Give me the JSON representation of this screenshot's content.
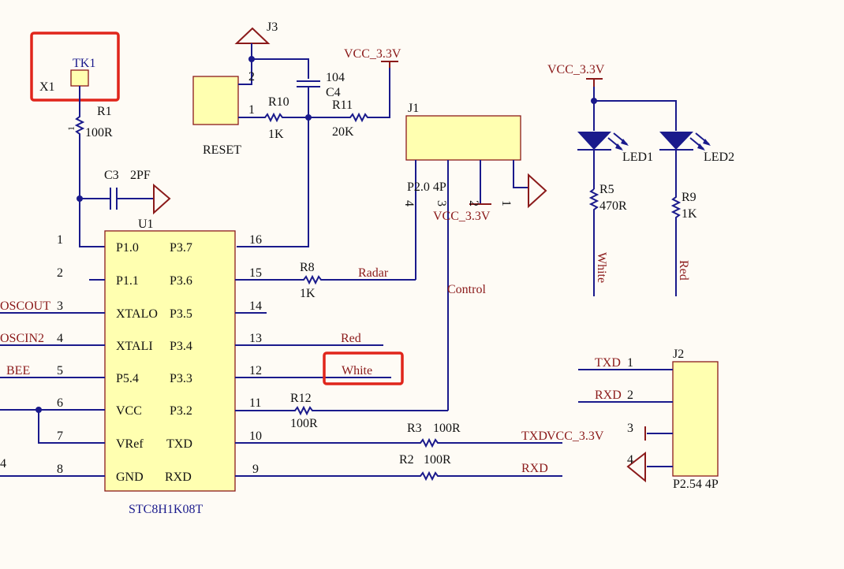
{
  "highlights": [
    "TK1 test pad box",
    "White net label box"
  ],
  "tk1": {
    "ref": "TK1",
    "net": "X1"
  },
  "r1": {
    "ref": "R1",
    "value": "100R",
    "pin": "1"
  },
  "c3": {
    "ref": "C3",
    "value": "2PF"
  },
  "j3": {
    "ref": "J3",
    "pin2": "2",
    "pin1": "1",
    "label": "RESET"
  },
  "c4": {
    "ref": "C4",
    "value": "104"
  },
  "r10": {
    "ref": "R10",
    "value": "1K"
  },
  "r11": {
    "ref": "R11",
    "value": "20K"
  },
  "vcc1": "VCC_3.3V",
  "j1": {
    "ref": "J1",
    "footprint": "P2.0 4P",
    "pin4": "4",
    "pin3": "3",
    "pin2": "2",
    "pin1": "1",
    "vcc": "VCC_3.3V"
  },
  "net_radar": "Radar",
  "net_control": "Control",
  "u1": {
    "ref": "U1",
    "part": "STC8H1K08T",
    "left_pins": [
      {
        "num": "1",
        "name": "P1.0"
      },
      {
        "num": "2",
        "name": "P1.1"
      },
      {
        "num": "3",
        "name": "XTALO"
      },
      {
        "num": "4",
        "name": "XTALI"
      },
      {
        "num": "5",
        "name": "P5.4"
      },
      {
        "num": "6",
        "name": "VCC"
      },
      {
        "num": "7",
        "name": "VRef"
      },
      {
        "num": "8",
        "name": "GND"
      }
    ],
    "right_pins": [
      {
        "num": "16",
        "name": "P3.7"
      },
      {
        "num": "15",
        "name": "P3.6"
      },
      {
        "num": "14",
        "name": "P3.5"
      },
      {
        "num": "13",
        "name": "P3.4"
      },
      {
        "num": "12",
        "name": "P3.3"
      },
      {
        "num": "11",
        "name": "P3.2"
      },
      {
        "num": "10",
        "name": "TXD"
      },
      {
        "num": "9",
        "name": "RXD"
      }
    ]
  },
  "left_nets": [
    "OSCOUT",
    "OSCIN2",
    "BEE",
    "4"
  ],
  "net_red": "Red",
  "net_white": "White",
  "r8": {
    "ref": "R8",
    "value": "1K"
  },
  "r12": {
    "ref": "R12",
    "value": "100R"
  },
  "r3": {
    "ref": "R3",
    "value": "100R"
  },
  "r2": {
    "ref": "R2",
    "value": "100R"
  },
  "net_txd": "TXD",
  "net_rxd": "RXD",
  "vcc_txd": "VCC_3.3V",
  "vcc_led": "VCC_3.3V",
  "led1": {
    "ref": "LED1"
  },
  "led2": {
    "ref": "LED2"
  },
  "r5": {
    "ref": "R5",
    "value": "470R",
    "net": "White"
  },
  "r9": {
    "ref": "R9",
    "value": "1K",
    "net": "Red"
  },
  "j2": {
    "ref": "J2",
    "footprint": "P2.54 4P",
    "pin_txd": "TXD",
    "pin_rxd": "RXD",
    "pin1": "1",
    "pin2": "2",
    "pin3": "3",
    "pin4": "4"
  }
}
